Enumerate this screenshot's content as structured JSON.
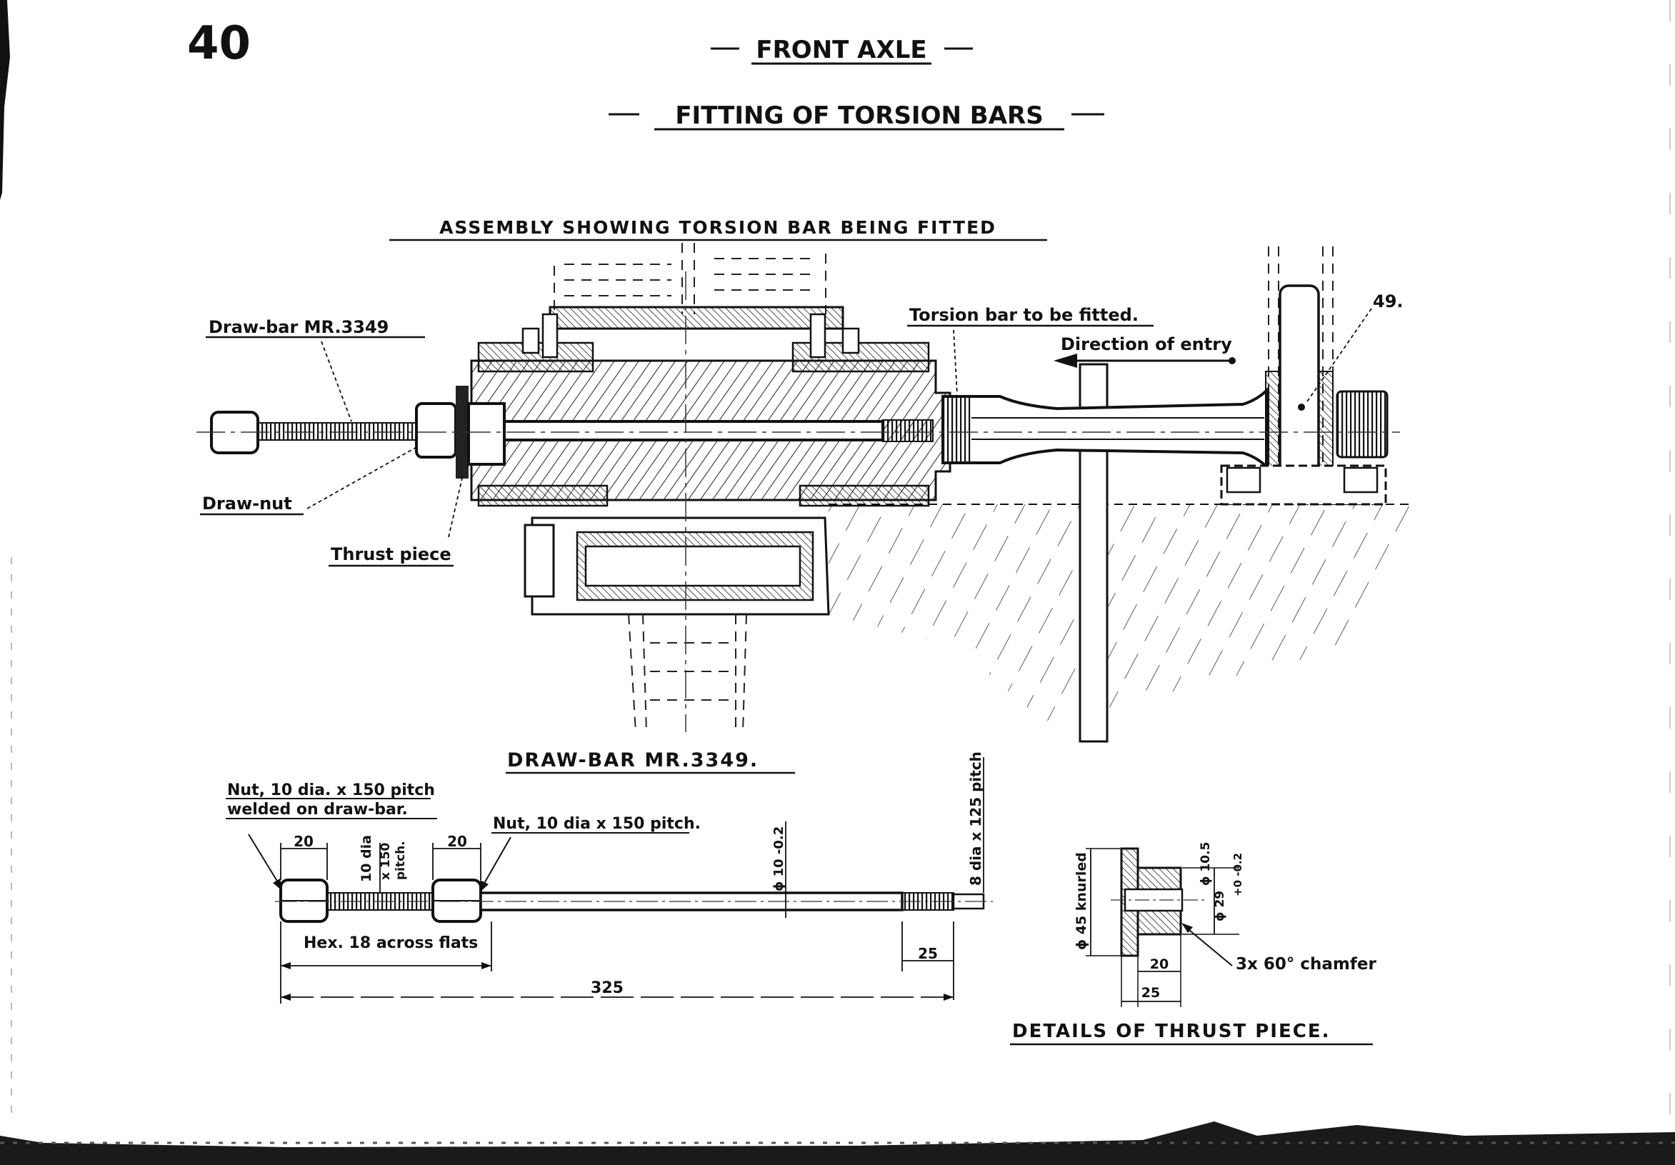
{
  "page": {
    "number": "40",
    "title": "FRONT AXLE",
    "subtitle": "FITTING OF TORSION BARS"
  },
  "assembly": {
    "heading": "ASSEMBLY SHOWING TORSION BAR BEING FITTED",
    "labels": {
      "draw_bar": "Draw-bar MR.3349",
      "draw_nut": "Draw-nut",
      "thrust_piece": "Thrust piece",
      "torsion_bar": "Torsion bar to be fitted.",
      "direction": "Direction of entry",
      "ref_49": "49."
    }
  },
  "draw_bar": {
    "heading": "DRAW-BAR MR.3349.",
    "labels": {
      "nut_welded_1": "Nut, 10 dia. x 150 pitch",
      "nut_welded_2": "welded on draw-bar.",
      "nut_loose": "Nut, 10 dia x 150 pitch.",
      "hex": "Hex. 18 across flats",
      "thread_1": "10 dia",
      "thread_2": "x 150",
      "thread_3": "pitch.",
      "rod_dia": "ϕ 10 -0.2",
      "end_thread": "8 dia x 125 pitch"
    },
    "dims": {
      "nut_a": "20",
      "nut_b": "20",
      "end": "25",
      "overall": "325"
    }
  },
  "thrust": {
    "heading": "DETAILS OF THRUST PIECE.",
    "labels": {
      "knurled": "ϕ 45 knurled",
      "bore": "ϕ 10.5",
      "tol": "+0 -0.2",
      "boss": "ϕ 29",
      "chamfer": "3x 60° chamfer"
    },
    "dims": {
      "d20": "20",
      "d25": "25"
    }
  }
}
